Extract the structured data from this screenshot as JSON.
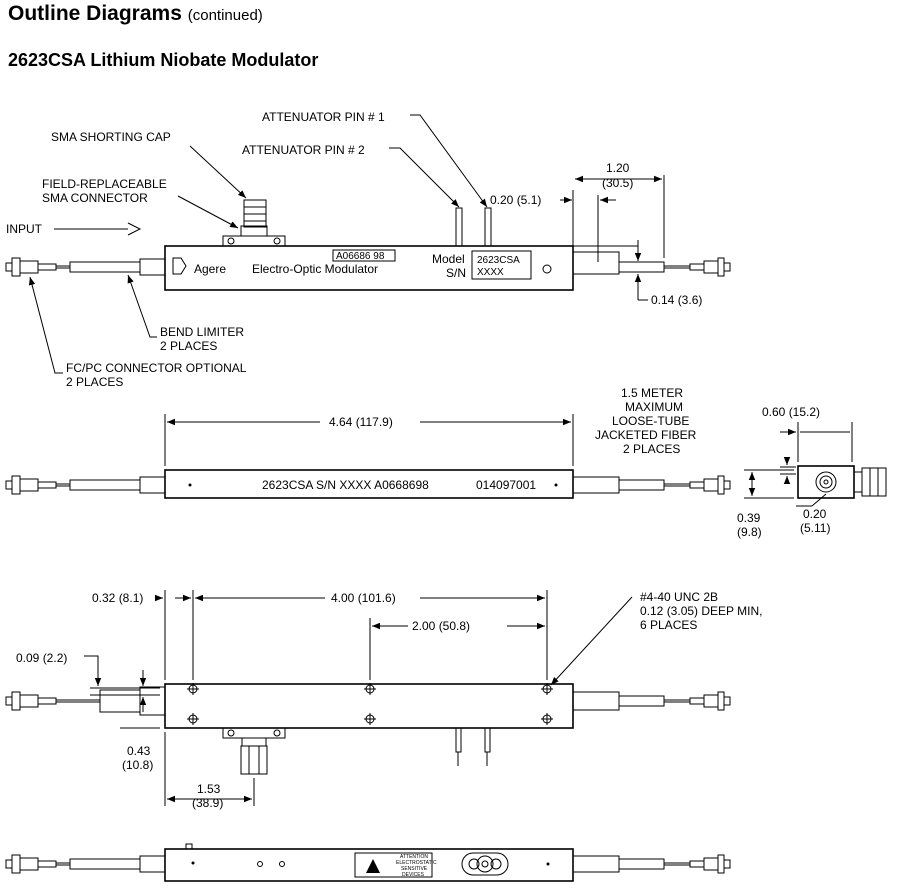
{
  "header": {
    "title": "Outline Diagrams",
    "title_suffix": "(continued)",
    "subtitle": "2623CSA Lithium Niobate Modulator"
  },
  "top_view": {
    "attenuator_pin_1": "ATTENUATOR PIN # 1",
    "attenuator_pin_2": "ATTENUATOR PIN # 2",
    "sma_cap": "SMA SHORTING CAP",
    "field_replaceable_1": "FIELD-REPLACEABLE",
    "field_replaceable_2": "SMA CONNECTOR",
    "input": "INPUT",
    "part_code": "A06686 98",
    "brand": "Agere",
    "product": "Electro-Optic Modulator",
    "model_label": "Model",
    "sn_label": "S/N",
    "model_value": "2623CSA",
    "sn_value": "XXXX",
    "dim_pin": "0.20 (5.1)",
    "dim_boot_1": "1.20",
    "dim_boot_2": "(30.5)",
    "dim_fiber": "0.14 (3.6)",
    "bend_limiter_1": "BEND LIMITER",
    "bend_limiter_2": "2 PLACES",
    "fcpc_1": "FC/PC CONNECTOR OPTIONAL",
    "fcpc_2": "2 PLACES"
  },
  "side_view": {
    "dim_length": "4.64 (117.9)",
    "fiber_1": "1.5 METER",
    "fiber_2": "MAXIMUM",
    "fiber_3": "LOOSE-TUBE",
    "fiber_4": "JACKETED FIBER",
    "fiber_5": "2 PLACES",
    "body_text": "2623CSA S/N XXXX A0668698",
    "body_code": "014097001",
    "dim_width": "0.60 (15.2)",
    "dim_height_1": "0.39",
    "dim_height_2": "(9.8)",
    "dim_offset_1": "0.20",
    "dim_offset_2": "(5.11)"
  },
  "bottom_view": {
    "dim_first_hole": "0.32 (8.1)",
    "dim_hole_span": "4.00 (101.6)",
    "dim_half_span": "2.00 (50.8)",
    "hole_spec_1": "#4-40 UNC 2B",
    "hole_spec_2": "0.12 (3.05) DEEP MIN,",
    "hole_spec_3": "6 PLACES",
    "dim_edge": "0.09 (2.2)",
    "dim_depth_1": "0.43",
    "dim_depth_2": "(10.8)",
    "dim_sma_1": "1.53",
    "dim_sma_2": "(38.9)"
  },
  "end_view": {
    "esd_1": "ATTENTION",
    "esd_2": "ELECTROSTATIC",
    "esd_3": "SENSITIVE",
    "esd_4": "DEVICES"
  }
}
